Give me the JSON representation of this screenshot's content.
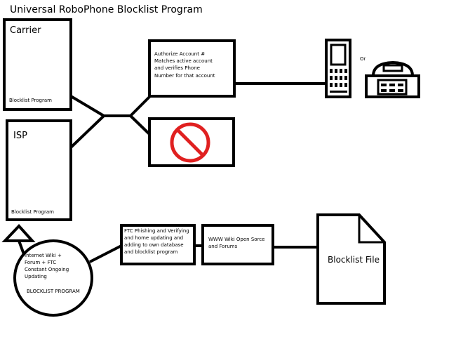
{
  "title": "Universal RoboPhone Blocklist Program",
  "carrier": {
    "label": "Carrier",
    "sublabel": "Blocklist Program"
  },
  "isp": {
    "label": "ISP",
    "sublabel": "Blocklist Program"
  },
  "authorize": {
    "lines": [
      "Authorize Account #",
      "Matches active account",
      "and verifies Phone",
      "Number for that account"
    ]
  },
  "blocked": {
    "icon": "prohibited-icon",
    "color": "#e02020"
  },
  "phones": {
    "or_label": "Or",
    "icons": [
      "cell-phone-icon",
      "desk-phone-icon"
    ]
  },
  "community": {
    "lines": [
      "Internet Wiki +",
      "Forum + FTC",
      "Constant Ongoing",
      "Updating"
    ],
    "footer": "BLOCKLIST PROGRAM"
  },
  "ftc": {
    "lines": [
      "FTC Phishing and Verifying",
      "and home updating and",
      "adding to own database",
      "and blocklist program"
    ]
  },
  "wiki": {
    "lines": [
      "WWW Wiki Open Sorce",
      "and Forums"
    ]
  },
  "file": {
    "label": "Blocklist File"
  }
}
